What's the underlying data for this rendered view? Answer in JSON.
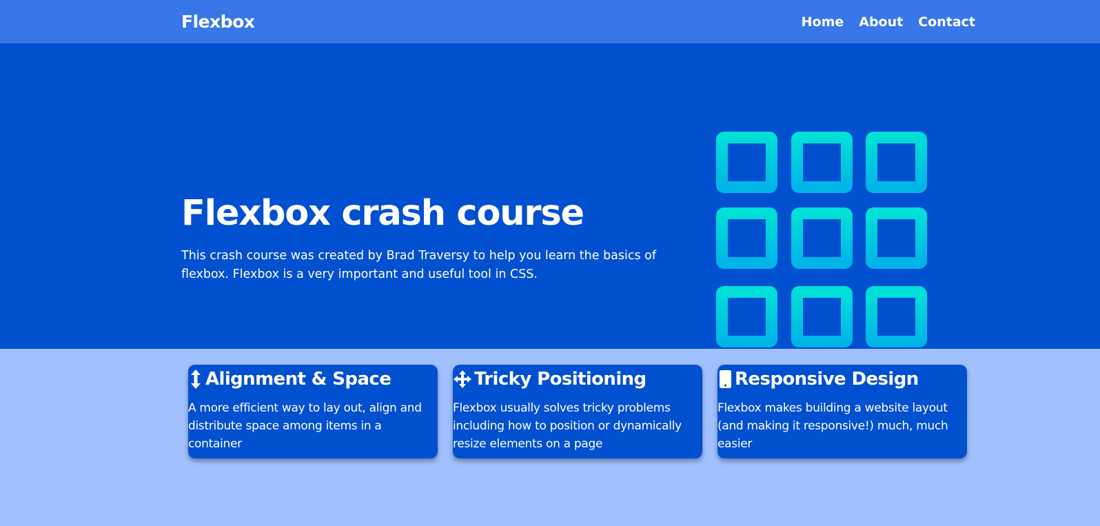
{
  "navbar": {
    "brand": "Flexbox",
    "links": [
      "Home",
      "About",
      "Contact"
    ]
  },
  "hero": {
    "title": "Flexbox crash course",
    "description": "This crash course was created by Brad Traversy to help you learn the basics of flexbox. Flexbox is a very important and useful tool in CSS.",
    "graphic": "grid-icon"
  },
  "features": [
    {
      "icon": "vertical-arrows-icon",
      "title": "Alignment & Space",
      "text": "A more efficient way to lay out, align and distribute space among items in a container"
    },
    {
      "icon": "move-arrows-icon",
      "title": "Tricky Positioning",
      "text": "Flexbox usually solves tricky problems including how to position or dynamically resize elements on a page"
    },
    {
      "icon": "mobile-phone-icon",
      "title": "Responsive Design",
      "text": "Flexbox makes building a website layout (and making it responsive!) much, much easier"
    }
  ],
  "colors": {
    "navbar": "#3877e8",
    "hero": "#0150d0",
    "page_background": "#a0c0ff",
    "card": "#0150d0",
    "grid_gradient_top": "#00e0d6",
    "grid_gradient_bottom": "#00b4e8",
    "text": "#ffffff"
  }
}
